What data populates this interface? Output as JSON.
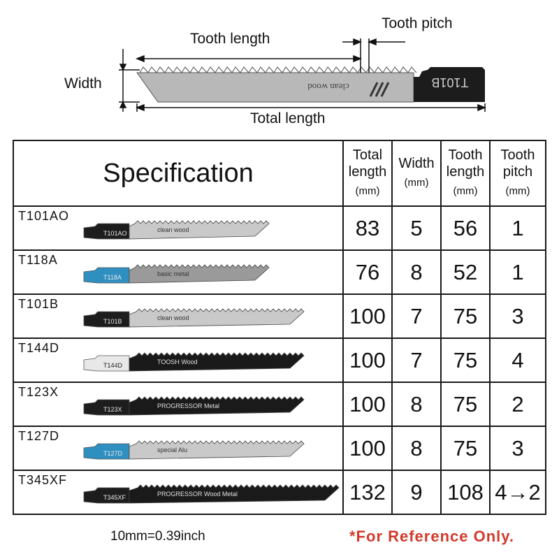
{
  "diagram": {
    "labels": {
      "tooth_length": "Tooth length",
      "tooth_pitch": "Tooth pitch",
      "width": "Width",
      "total_length": "Total length"
    },
    "blade_marking": "T101B",
    "blade_text": "clean wood"
  },
  "table": {
    "title": "Specification",
    "headers": [
      {
        "label_1": "Total",
        "label_2": "length",
        "unit": "(mm)"
      },
      {
        "label_1": "Width",
        "label_2": "",
        "unit": "(mm)"
      },
      {
        "label_1": "Tooth",
        "label_2": "length",
        "unit": "(mm)"
      },
      {
        "label_1": "Tooth",
        "label_2": "pitch",
        "unit": "(mm)"
      }
    ],
    "rows": [
      {
        "model": "T101AO",
        "total_length": "83",
        "width": "5",
        "tooth_length": "56",
        "tooth_pitch": "1",
        "shank_text": "T101AO",
        "blade_text": "clean wood",
        "shank_color": "#1d1d1d",
        "blade_color": "#c9c9c9"
      },
      {
        "model": "T118A",
        "total_length": "76",
        "width": "8",
        "tooth_length": "52",
        "tooth_pitch": "1",
        "shank_text": "T118A",
        "blade_text": "basic metal",
        "shank_color": "#2f8fc0",
        "blade_color": "#9a9a9a"
      },
      {
        "model": "T101B",
        "total_length": "100",
        "width": "7",
        "tooth_length": "75",
        "tooth_pitch": "3",
        "shank_text": "T101B",
        "blade_text": "clean wood",
        "shank_color": "#1d1d1d",
        "blade_color": "#c9c9c9"
      },
      {
        "model": "T144D",
        "total_length": "100",
        "width": "7",
        "tooth_length": "75",
        "tooth_pitch": "4",
        "shank_text": "T144D",
        "blade_text": "TOOSH  Wood",
        "shank_color": "#e8e8e8",
        "blade_color": "#1a1a1a"
      },
      {
        "model": "T123X",
        "total_length": "100",
        "width": "8",
        "tooth_length": "75",
        "tooth_pitch": "2",
        "shank_text": "T123X",
        "blade_text": "PROGRESSOR Metal",
        "shank_color": "#1d1d1d",
        "blade_color": "#1a1a1a"
      },
      {
        "model": "T127D",
        "total_length": "100",
        "width": "8",
        "tooth_length": "75",
        "tooth_pitch": "3",
        "shank_text": "T127D",
        "blade_text": "special Alu",
        "shank_color": "#2f8fc0",
        "blade_color": "#c9c9c9"
      },
      {
        "model": "T345XF",
        "total_length": "132",
        "width": "9",
        "tooth_length": "108",
        "tooth_pitch": "4→2",
        "shank_text": "T345XF",
        "blade_text": "PROGRESSOR Wood Metal",
        "shank_color": "#1d1d1d",
        "blade_color": "#1a1a1a"
      }
    ]
  },
  "footer": {
    "conversion": "10mm=0.39inch",
    "reference": "*For Reference Only."
  }
}
